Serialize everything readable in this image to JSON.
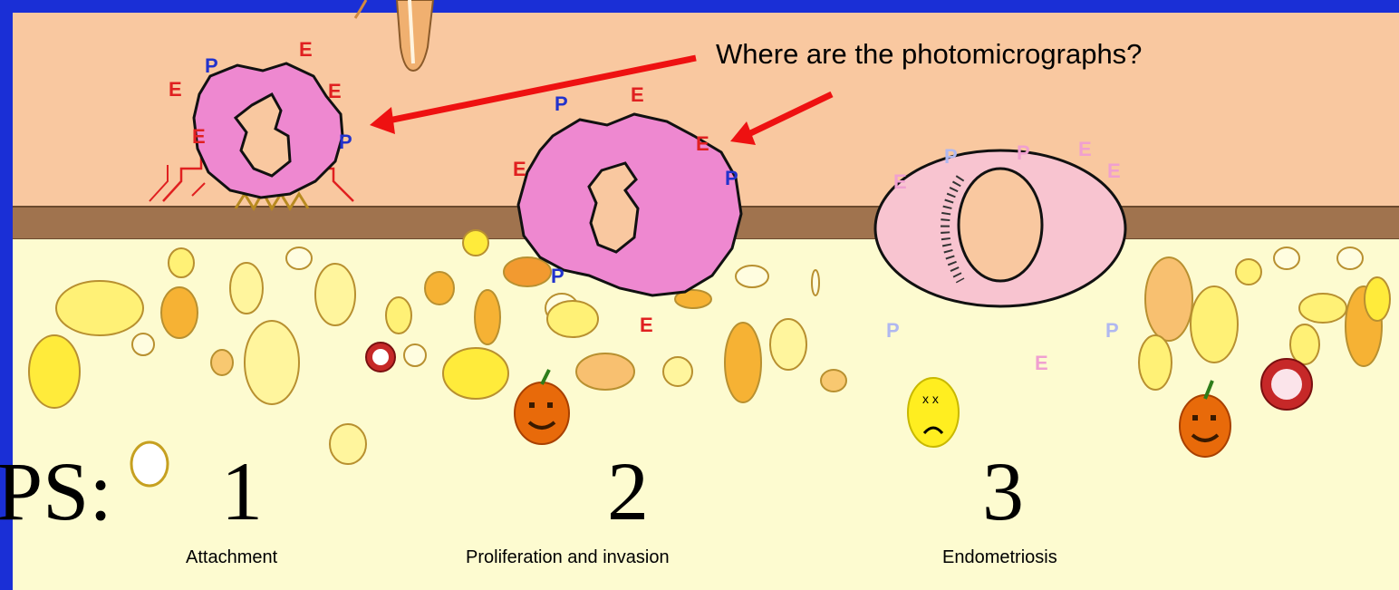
{
  "callout": "Where are the photomicrographs?",
  "steps_label": "PS:",
  "steps": [
    {
      "number": "1",
      "caption": "Attachment"
    },
    {
      "number": "2",
      "caption": "Proliferation and invasion"
    },
    {
      "number": "3",
      "caption": "Endometriosis"
    }
  ],
  "cell_marker_letters": {
    "e": "E",
    "p": "P"
  },
  "colors": {
    "frame": "#1a2fd6",
    "upper_layer": "#f9c8a0",
    "membrane": "#a0734e",
    "stroma": "#fdfbd0",
    "cell_pink": "#ee88d0",
    "arrow": "#ee1111",
    "marker_e": "#e02020",
    "marker_p": "#2233cc"
  },
  "icons": [
    "pumpkin-icon",
    "sad-face-icon",
    "cell-nucleus-icon"
  ]
}
